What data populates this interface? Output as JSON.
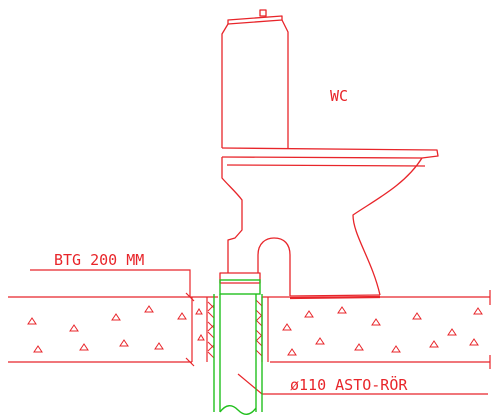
{
  "labels": {
    "fixture": "WC",
    "slab": "BTG 200 MM",
    "pipe": "ø110  ASTO-RÖR"
  },
  "colors": {
    "outline": "#e8252a",
    "pipe": "#22c01e",
    "background": "#ffffff"
  }
}
